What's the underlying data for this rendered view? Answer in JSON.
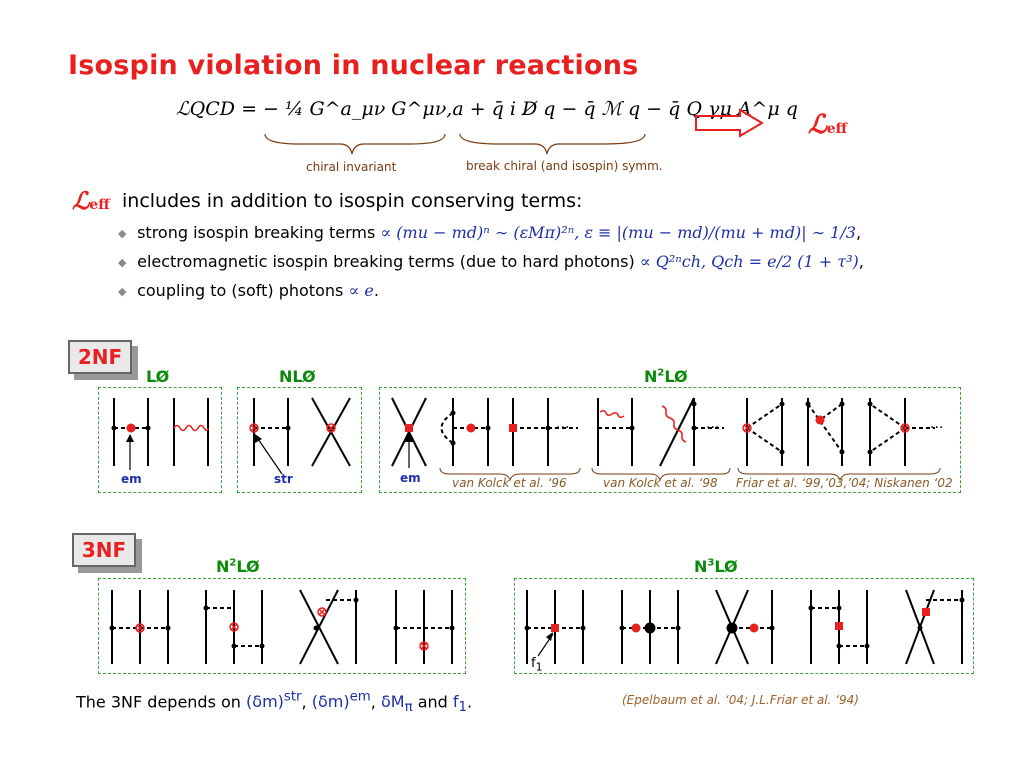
{
  "slide": {
    "title": "Isospin violation in nuclear reactions"
  },
  "lagrangian": {
    "formula": "ℒQCD = − ¼ G^a_μν G^μν,a + q̄ i D̸ q − q̄ ℳ q − q̄ Q γμ A^μ q",
    "brace_left_label": "chiral invariant",
    "brace_right_label": "break chiral (and isospin) symm.",
    "arrow_target": "ℒ",
    "arrow_target_sub": "eff"
  },
  "content": {
    "leff_symbol": "ℒ",
    "leff_sub": "eff",
    "intro": "includes in addition to isospin conserving terms:",
    "bullets": [
      {
        "text": "strong isospin breaking terms",
        "math": "∝ (mu − md)ⁿ ∼ (εMπ)²ⁿ,   ε ≡ |(mu − md)/(mu + md)| ∼ 1/3",
        "tail": ","
      },
      {
        "text": "electromagnetic isospin breaking terms (due to hard photons)",
        "math": "∝ Q²ⁿch,   Qch = e/2 (1 + τ³)",
        "tail": ","
      },
      {
        "text": "coupling to (soft)  photons",
        "math": "∝ e",
        "tail": "."
      }
    ]
  },
  "nf2": {
    "tag": "2NF",
    "orders": [
      {
        "base": "LØ",
        "sup": "",
        "suffix": ""
      },
      {
        "base": "NLØ",
        "sup": "",
        "suffix": ""
      },
      {
        "base": "N",
        "sup": "2",
        "suffix": "LØ"
      }
    ],
    "labels": {
      "em1": "em",
      "str": "str",
      "em2": "em"
    },
    "citations": [
      "van Kolck et al. ‘96",
      "van Kolck et al. ‘98",
      "Friar et al. ‘99,’03,’04; Niskanen ‘02"
    ]
  },
  "nf3": {
    "tag": "3NF",
    "orders": [
      {
        "base": "N",
        "sup": "2",
        "suffix": "LØ"
      },
      {
        "base": "N",
        "sup": "3",
        "suffix": "LØ"
      }
    ],
    "f1_label": "f",
    "f1_sub": "1"
  },
  "footer": {
    "prefix": "The 3NF depends on",
    "dm_str": "(δm)",
    "dm_str_sup": "str",
    "sep1": ",",
    "dm_em": "(δm)",
    "dm_em_sup": "em",
    "sep2": ",",
    "dmpi": "δM",
    "dmpi_sub": "π",
    "and": "and",
    "f1": "f",
    "f1_sub": "1",
    "end": ".",
    "citation": "(Epelbaum et al. ‘04;  J.L.Friar et al. ‘94)"
  },
  "colors": {
    "title": "#e8201f",
    "math": "#1d2fa8",
    "box": "#39a339",
    "cite": "#8a5a2a"
  }
}
